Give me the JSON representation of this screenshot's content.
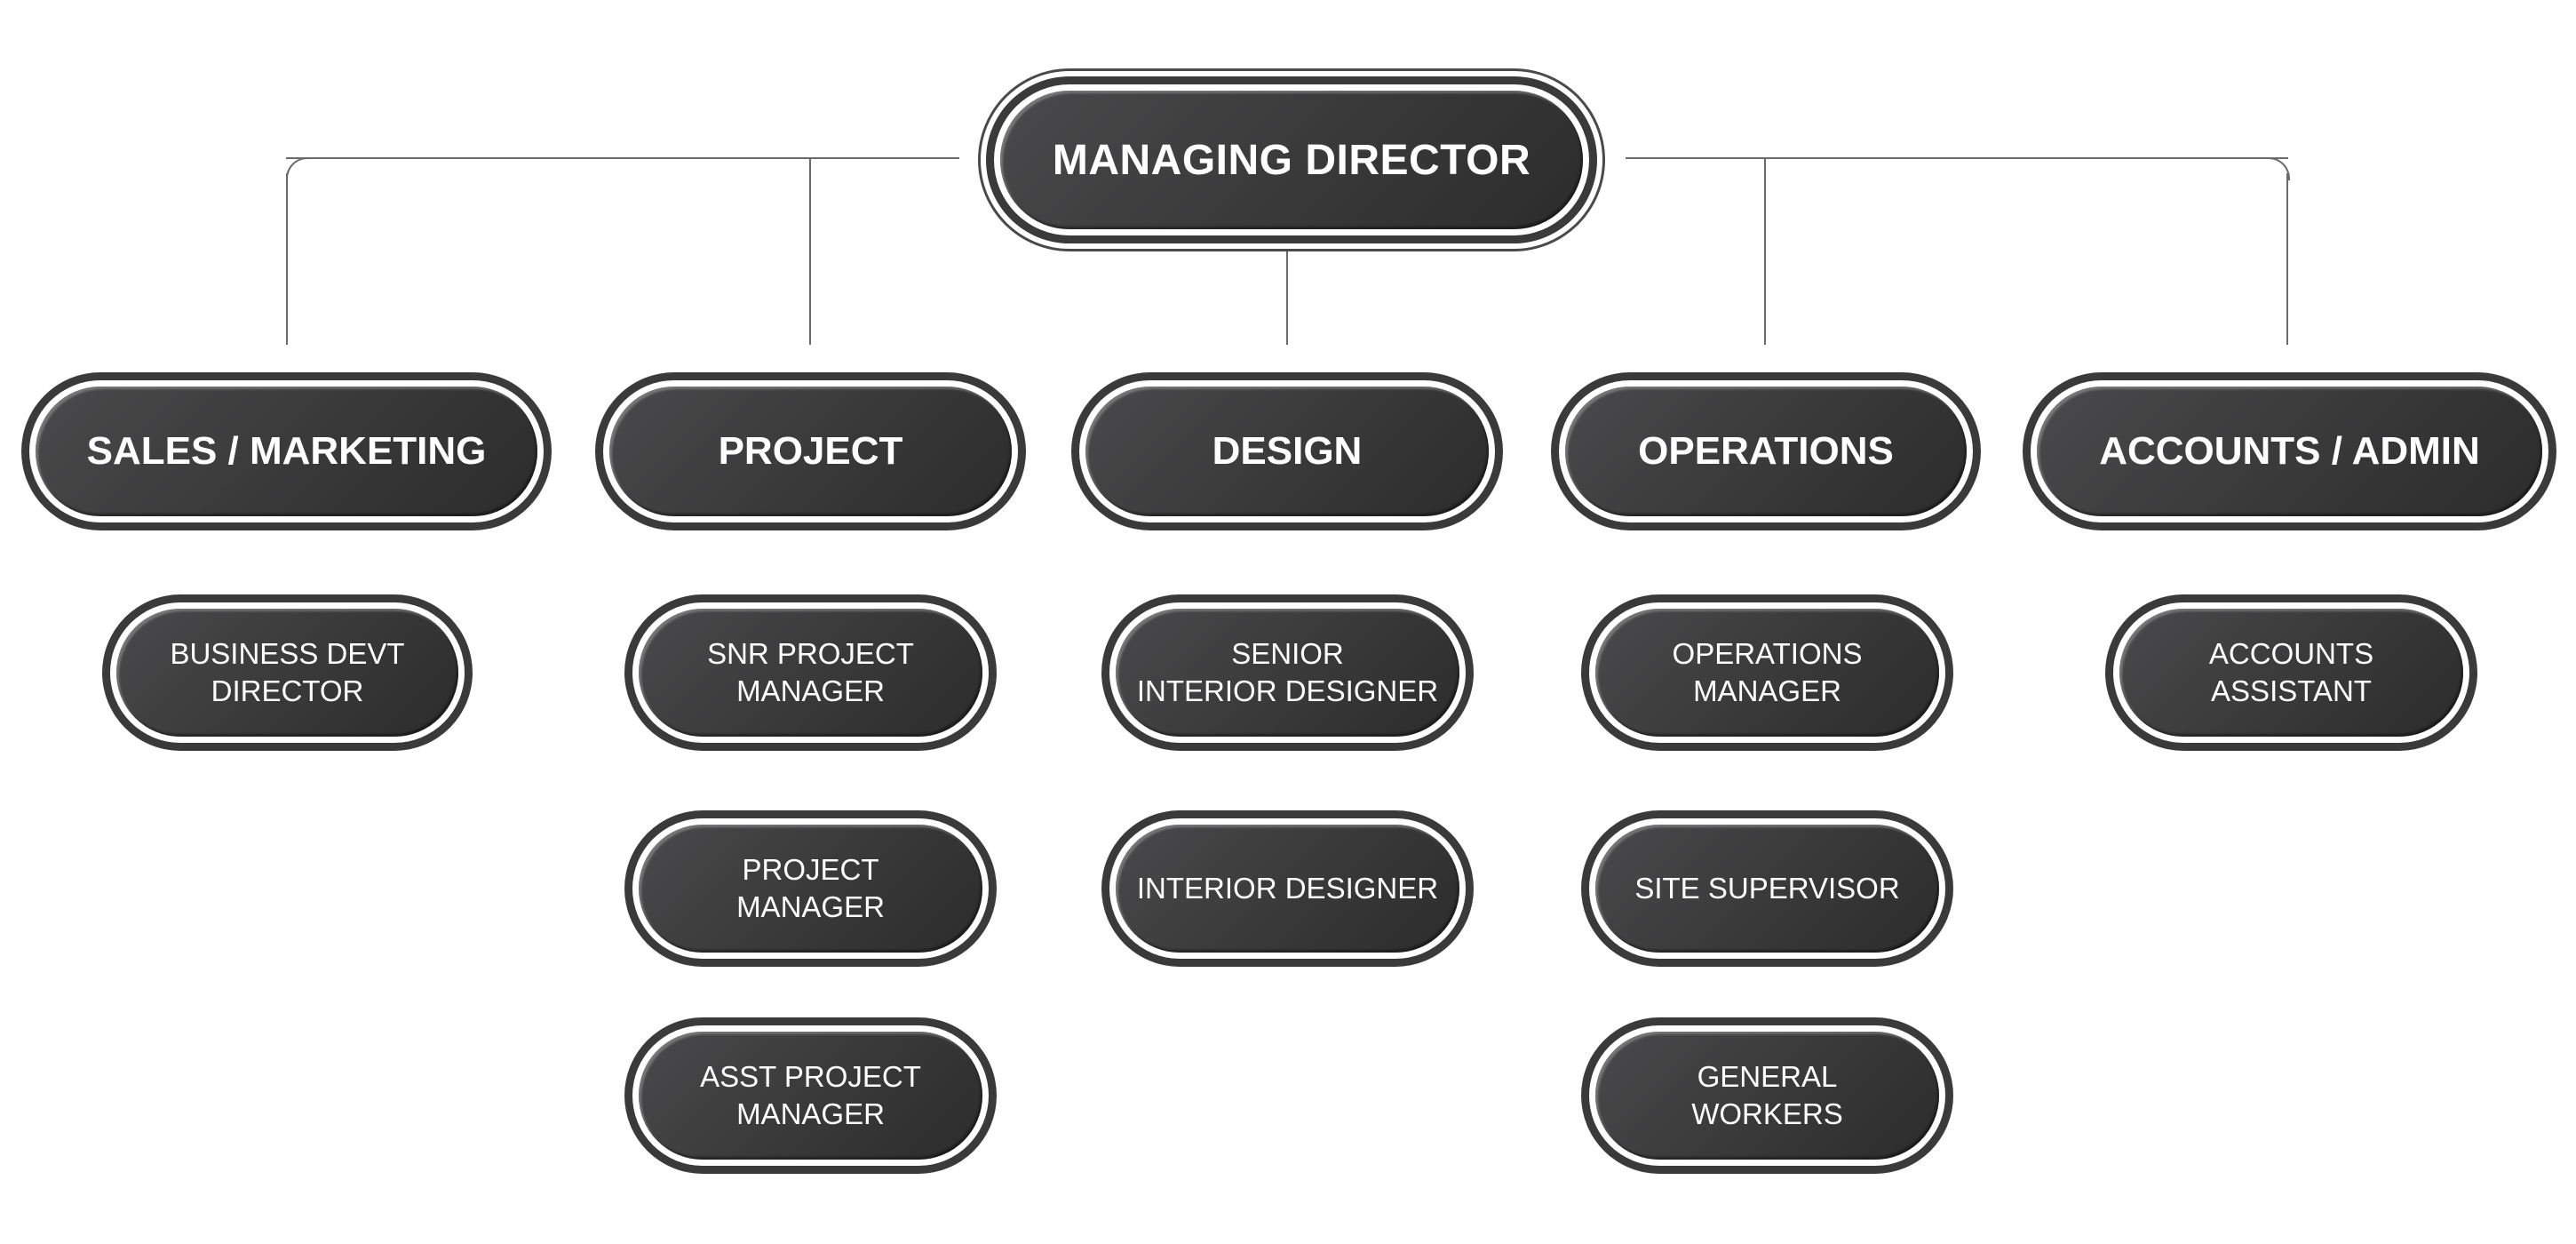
{
  "root": {
    "label": "MANAGING DIRECTOR"
  },
  "departments": [
    {
      "label": "SALES / MARKETING",
      "roles": [
        "BUSINESS DEVT\nDIRECTOR"
      ]
    },
    {
      "label": "PROJECT",
      "roles": [
        "SNR PROJECT\nMANAGER",
        "PROJECT\nMANAGER",
        "ASST PROJECT\nMANAGER"
      ]
    },
    {
      "label": "DESIGN",
      "roles": [
        "SENIOR\nINTERIOR DESIGNER",
        "INTERIOR DESIGNER"
      ]
    },
    {
      "label": "OPERATIONS",
      "roles": [
        "OPERATIONS\nMANAGER",
        "SITE SUPERVISOR",
        "GENERAL\nWORKERS"
      ]
    },
    {
      "label": "ACCOUNTS / ADMIN",
      "roles": [
        "ACCOUNTS\nASSISTANT"
      ]
    }
  ],
  "colors": {
    "node_fill": "#3a3a3b",
    "node_border": "#3a3a3a",
    "connector": "#6a6a6a",
    "text": "#ffffff"
  }
}
